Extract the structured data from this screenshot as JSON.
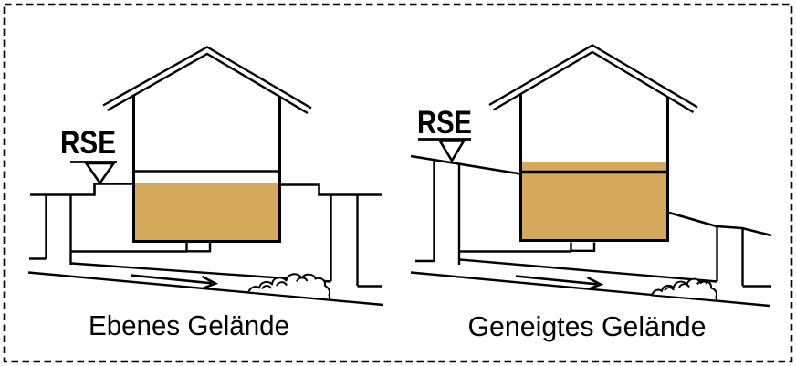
{
  "colors": {
    "water_fill": "#D5A95B",
    "line": "#000000",
    "background": "#FFFFFF"
  },
  "panels": {
    "left": {
      "rse_label": "RSE",
      "caption": "Ebenes Gelände"
    },
    "right": {
      "rse_label": "RSE",
      "caption": "Geneigtes Gelände"
    }
  }
}
